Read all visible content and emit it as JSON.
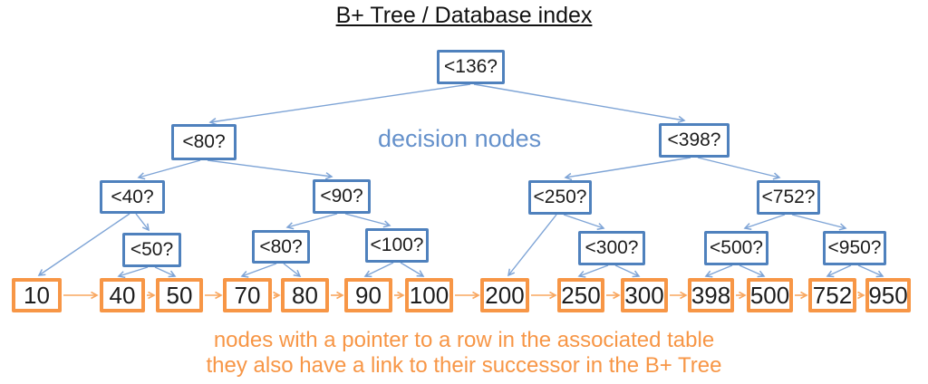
{
  "title": "B+ Tree / Database index",
  "annotations": {
    "decision_nodes_label": "decision nodes",
    "leaf_note_line1": "nodes with a pointer to a row in the associated table",
    "leaf_note_line2": "they also have a link to their successor in the B+ Tree"
  },
  "colors": {
    "decision_border": "#4f81bd",
    "decision_edge": "#7ea4d6",
    "decision_label": "#6591cb",
    "leaf_border": "#f79646",
    "leaf_edge": "#f9a75f",
    "leaf_note": "#f79646",
    "node_text": "#1c1c1c",
    "title_text": "#111111"
  },
  "tree": {
    "decision_nodes": [
      {
        "label": "<136?"
      },
      {
        "label": "<80?"
      },
      {
        "label": "<398?"
      },
      {
        "label": "<40?"
      },
      {
        "label": "<90?"
      },
      {
        "label": "<250?"
      },
      {
        "label": "<752?"
      },
      {
        "label": "<50?"
      },
      {
        "label": "<80?"
      },
      {
        "label": "<100?"
      },
      {
        "label": "<300?"
      },
      {
        "label": "<500?"
      },
      {
        "label": "<950?"
      }
    ],
    "decision_edges": [
      [
        "<136?",
        "<80?"
      ],
      [
        "<136?",
        "<398?"
      ],
      [
        "<80?",
        "<40?"
      ],
      [
        "<80?",
        "<90?"
      ],
      [
        "<398?",
        "<250?"
      ],
      [
        "<398?",
        "<752?"
      ],
      [
        "<40?",
        "10"
      ],
      [
        "<40?",
        "<50?"
      ],
      [
        "<90?",
        "<80?"
      ],
      [
        "<90?",
        "<100?"
      ],
      [
        "<250?",
        "200"
      ],
      [
        "<250?",
        "<300?"
      ],
      [
        "<752?",
        "<500?"
      ],
      [
        "<752?",
        "<950?"
      ],
      [
        "<50?",
        "40"
      ],
      [
        "<50?",
        "50"
      ],
      [
        "<80?",
        "70"
      ],
      [
        "<80?",
        "80"
      ],
      [
        "<100?",
        "90"
      ],
      [
        "<100?",
        "100"
      ],
      [
        "<300?",
        "250"
      ],
      [
        "<300?",
        "300"
      ],
      [
        "<500?",
        "398"
      ],
      [
        "<500?",
        "500"
      ],
      [
        "<950?",
        "752"
      ],
      [
        "<950?",
        "950"
      ]
    ],
    "leaf_nodes": [
      {
        "label": "10"
      },
      {
        "label": "40"
      },
      {
        "label": "50"
      },
      {
        "label": "70"
      },
      {
        "label": "80"
      },
      {
        "label": "90"
      },
      {
        "label": "100"
      },
      {
        "label": "200"
      },
      {
        "label": "250"
      },
      {
        "label": "300"
      },
      {
        "label": "398"
      },
      {
        "label": "500"
      },
      {
        "label": "752"
      },
      {
        "label": "950"
      }
    ],
    "leaf_chain": [
      "10",
      "40",
      "50",
      "70",
      "80",
      "90",
      "100",
      "200",
      "250",
      "300",
      "398",
      "500",
      "752",
      "950"
    ]
  }
}
